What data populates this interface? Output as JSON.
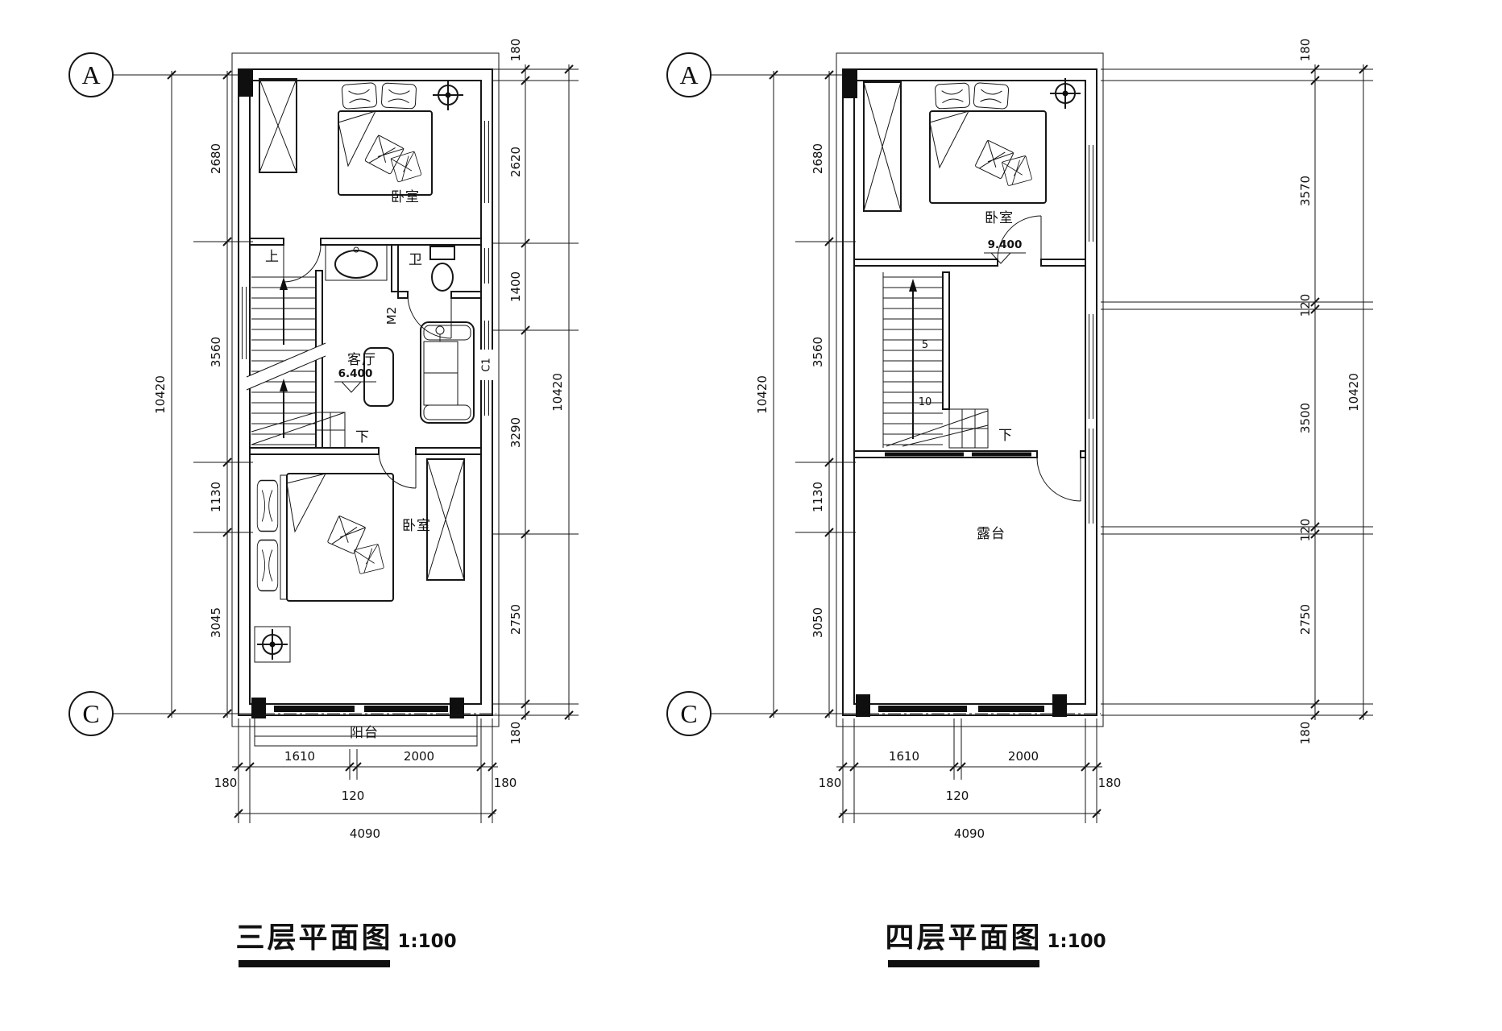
{
  "drawing": {
    "kind": "architectural floor plans",
    "sheet_background": "#ffffff",
    "line_color": "#161616"
  },
  "grid": {
    "a": "A",
    "c": "C"
  },
  "plan3": {
    "title": "三层平面图",
    "scale": "1:100",
    "rooms": {
      "bedroom_top": "卧室",
      "bath": "卫",
      "living": "客厅",
      "bedroom_bottom": "卧室",
      "balcony": "阳台"
    },
    "labels": {
      "up": "上",
      "down": "下",
      "door": "M2",
      "window": "C1",
      "level": "6.400"
    },
    "dims": {
      "left": [
        "2680",
        "3560",
        "1130",
        "3045"
      ],
      "left_total": "10420",
      "right": [
        "180",
        "2620",
        "1400",
        "3290",
        "2750",
        "180"
      ],
      "right_total": "10420",
      "bottom": [
        "1610",
        "2000"
      ],
      "bottom_side": [
        "180",
        "120",
        "180"
      ],
      "bottom_total": "4090"
    }
  },
  "plan4": {
    "title": "四层平面图",
    "scale": "1:100",
    "rooms": {
      "bedroom_top": "卧室",
      "terrace": "露台"
    },
    "labels": {
      "down": "下",
      "level": "9.400",
      "step5": "5",
      "step10": "10"
    },
    "dims": {
      "left": [
        "2680",
        "3560",
        "1130",
        "3050"
      ],
      "left_total": "10420",
      "right": [
        "180",
        "3570",
        "120",
        "3500",
        "120",
        "2750",
        "180"
      ],
      "right_total": "10420",
      "bottom": [
        "1610",
        "2000"
      ],
      "bottom_side": [
        "180",
        "120",
        "180"
      ],
      "bottom_total": "4090"
    }
  }
}
